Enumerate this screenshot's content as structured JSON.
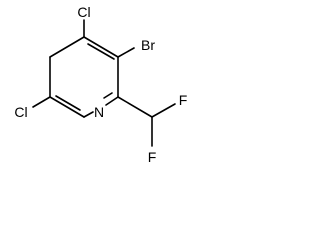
{
  "molecule": {
    "atoms": {
      "cl_top": "Cl",
      "br": "Br",
      "cl_left": "Cl",
      "n": "N",
      "f_right": "F",
      "f_bottom": "F"
    },
    "colors": {
      "bond": "#000000",
      "label": "#000000",
      "background": "#ffffff"
    }
  }
}
